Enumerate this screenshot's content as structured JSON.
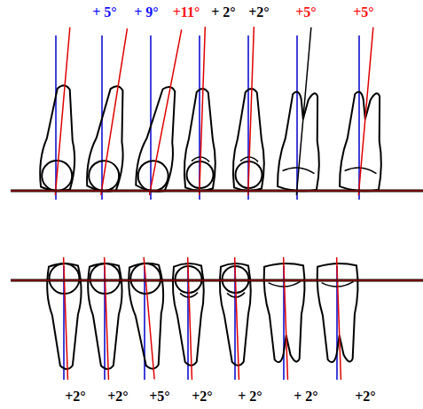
{
  "diagram": {
    "labels": [
      "+ 5°",
      "+ 9°",
      "+11°",
      "+ 2°",
      "+2°",
      "+5°",
      "+5°",
      "+2°",
      "+2°",
      "+5°",
      "+2°",
      "+ 2°",
      "+ 2°",
      "+2°"
    ]
  }
}
